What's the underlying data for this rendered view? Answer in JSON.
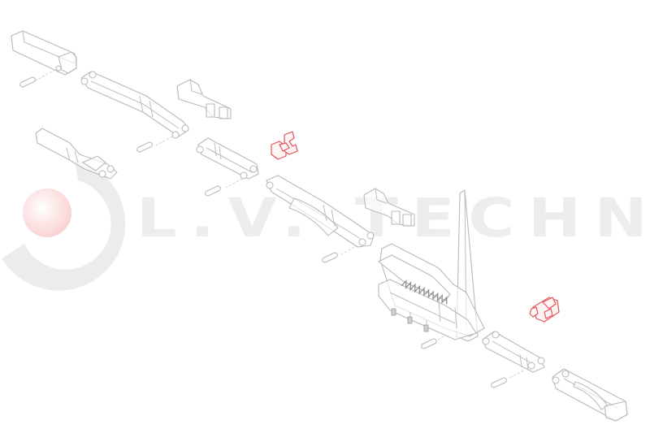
{
  "diagram": {
    "type": "exploded-parts-view",
    "subject": "hinge assembly",
    "colors": {
      "line_art": "#b9b9b9",
      "highlight_parts": "#e0555a",
      "watermark_text": "#ededed",
      "watermark_logo_circle": "#fbdada",
      "background": "#ffffff"
    },
    "highlighted_parts": [
      {
        "id": "clip-upper",
        "description": "red spring clip (upper)"
      },
      {
        "id": "clip-lower",
        "description": "red spring clip (lower right)"
      }
    ],
    "parts": [
      "end cap housing (top left)",
      "long link arm",
      "bracket block",
      "short link arm (left)",
      "short link arm (middle)",
      "long link arm (middle)",
      "bracket block (middle)",
      "vertical mounting plate with spring base",
      "coil spring",
      "screws x3",
      "short link arm (lower right)",
      "channel end piece (bottom right)",
      "pins x6"
    ]
  },
  "watermark": {
    "text": "L.V. TECHNIK"
  }
}
